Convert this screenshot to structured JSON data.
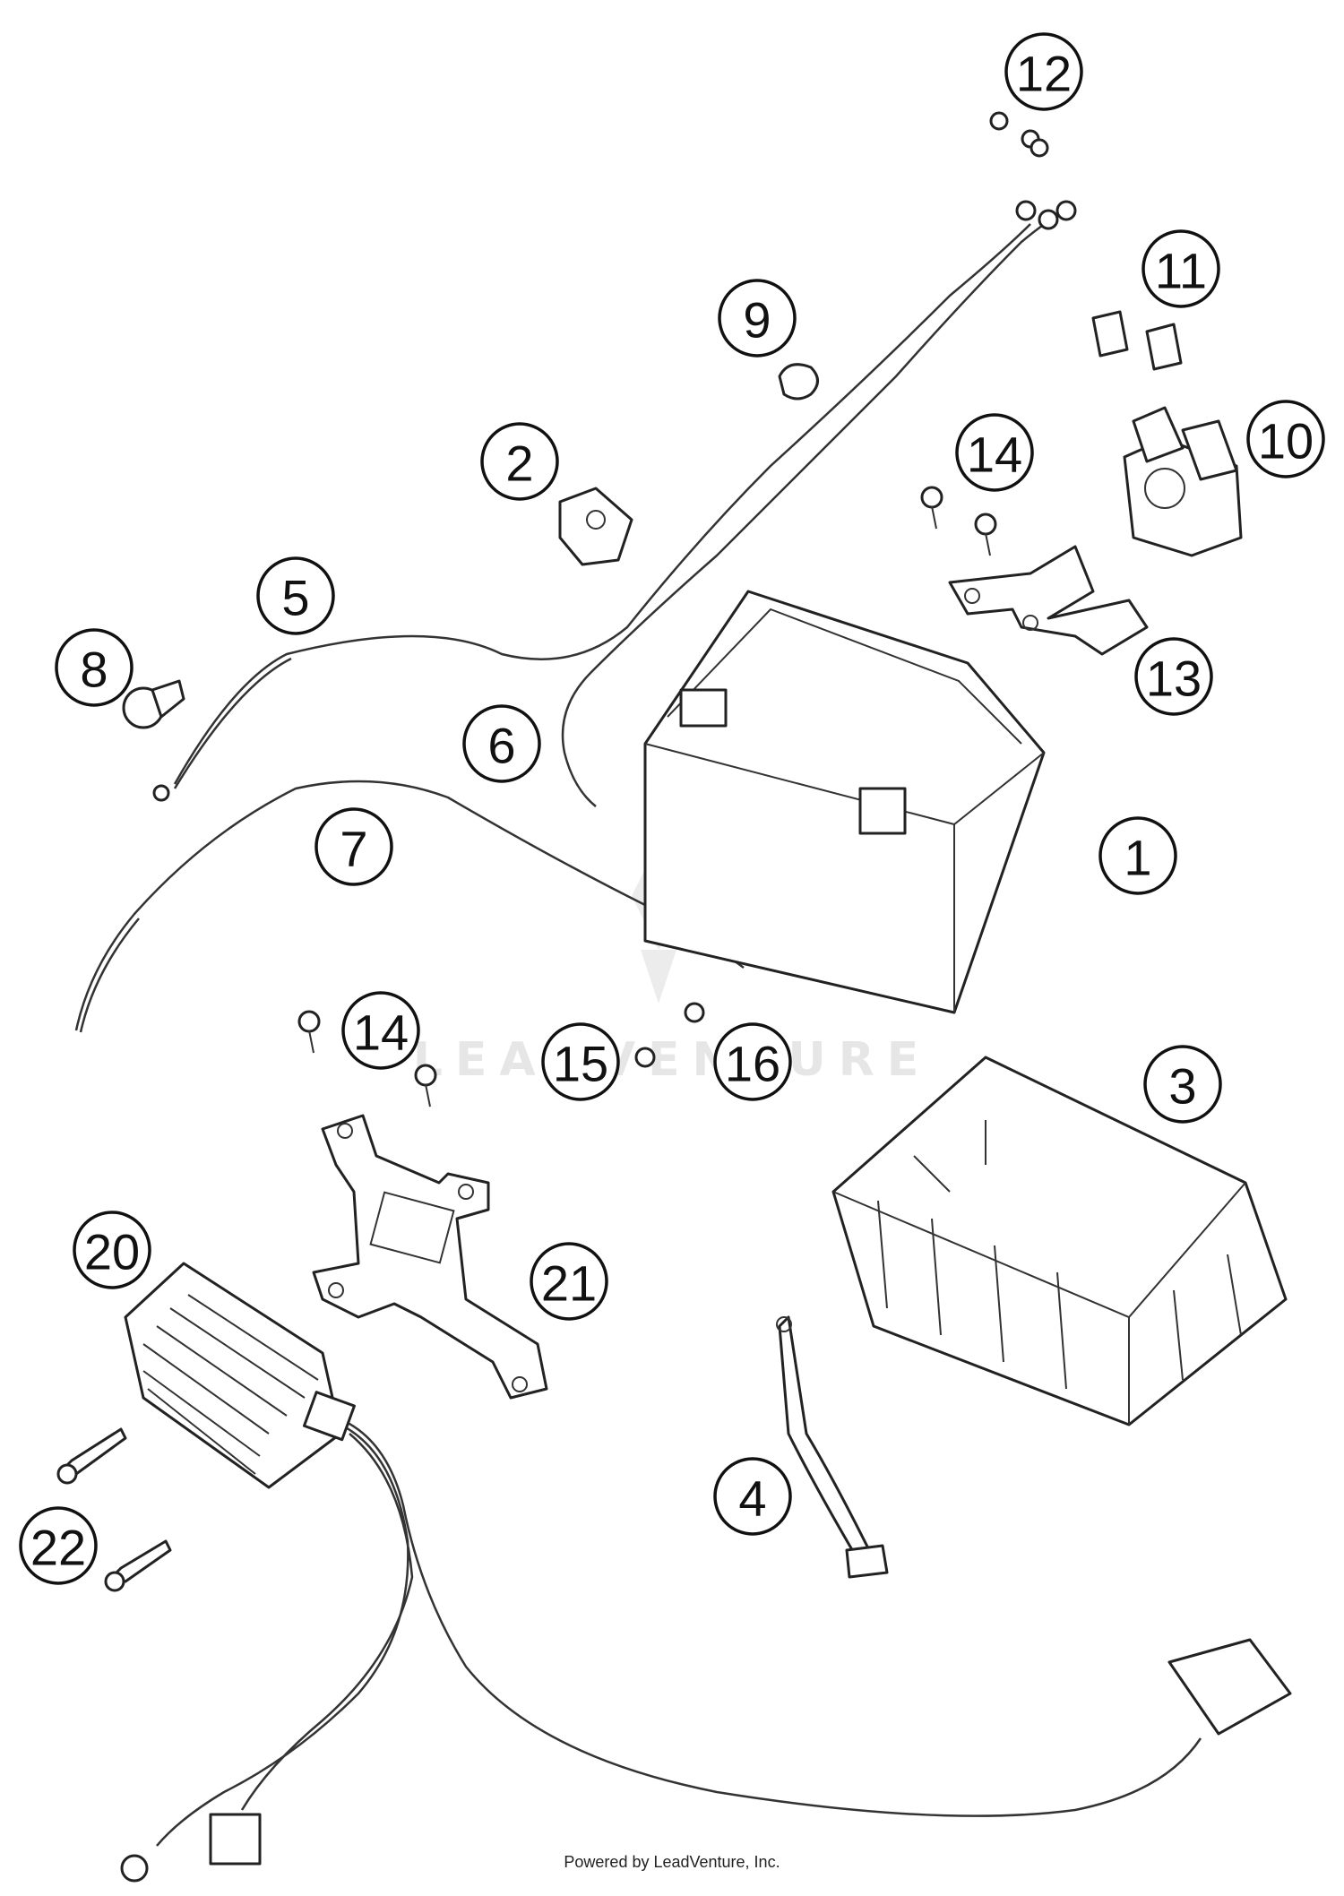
{
  "diagram": {
    "callouts": [
      {
        "id": "1",
        "label": "1"
      },
      {
        "id": "2",
        "label": "2"
      },
      {
        "id": "3",
        "label": "3"
      },
      {
        "id": "4",
        "label": "4"
      },
      {
        "id": "5",
        "label": "5"
      },
      {
        "id": "6",
        "label": "6"
      },
      {
        "id": "7",
        "label": "7"
      },
      {
        "id": "8",
        "label": "8"
      },
      {
        "id": "9",
        "label": "9"
      },
      {
        "id": "10",
        "label": "10"
      },
      {
        "id": "11",
        "label": "11"
      },
      {
        "id": "12",
        "label": "12"
      },
      {
        "id": "13",
        "label": "13"
      },
      {
        "id": "14a",
        "label": "14"
      },
      {
        "id": "14b",
        "label": "14"
      },
      {
        "id": "15",
        "label": "15"
      },
      {
        "id": "16",
        "label": "16"
      },
      {
        "id": "20",
        "label": "20"
      },
      {
        "id": "21",
        "label": "21"
      },
      {
        "id": "22",
        "label": "22"
      }
    ],
    "watermark": "LEADVENTURE",
    "footer": "Powered by LeadVenture, Inc."
  },
  "colors": {
    "line": "#222222",
    "background": "#ffffff",
    "watermark": "#e6e6e6"
  }
}
